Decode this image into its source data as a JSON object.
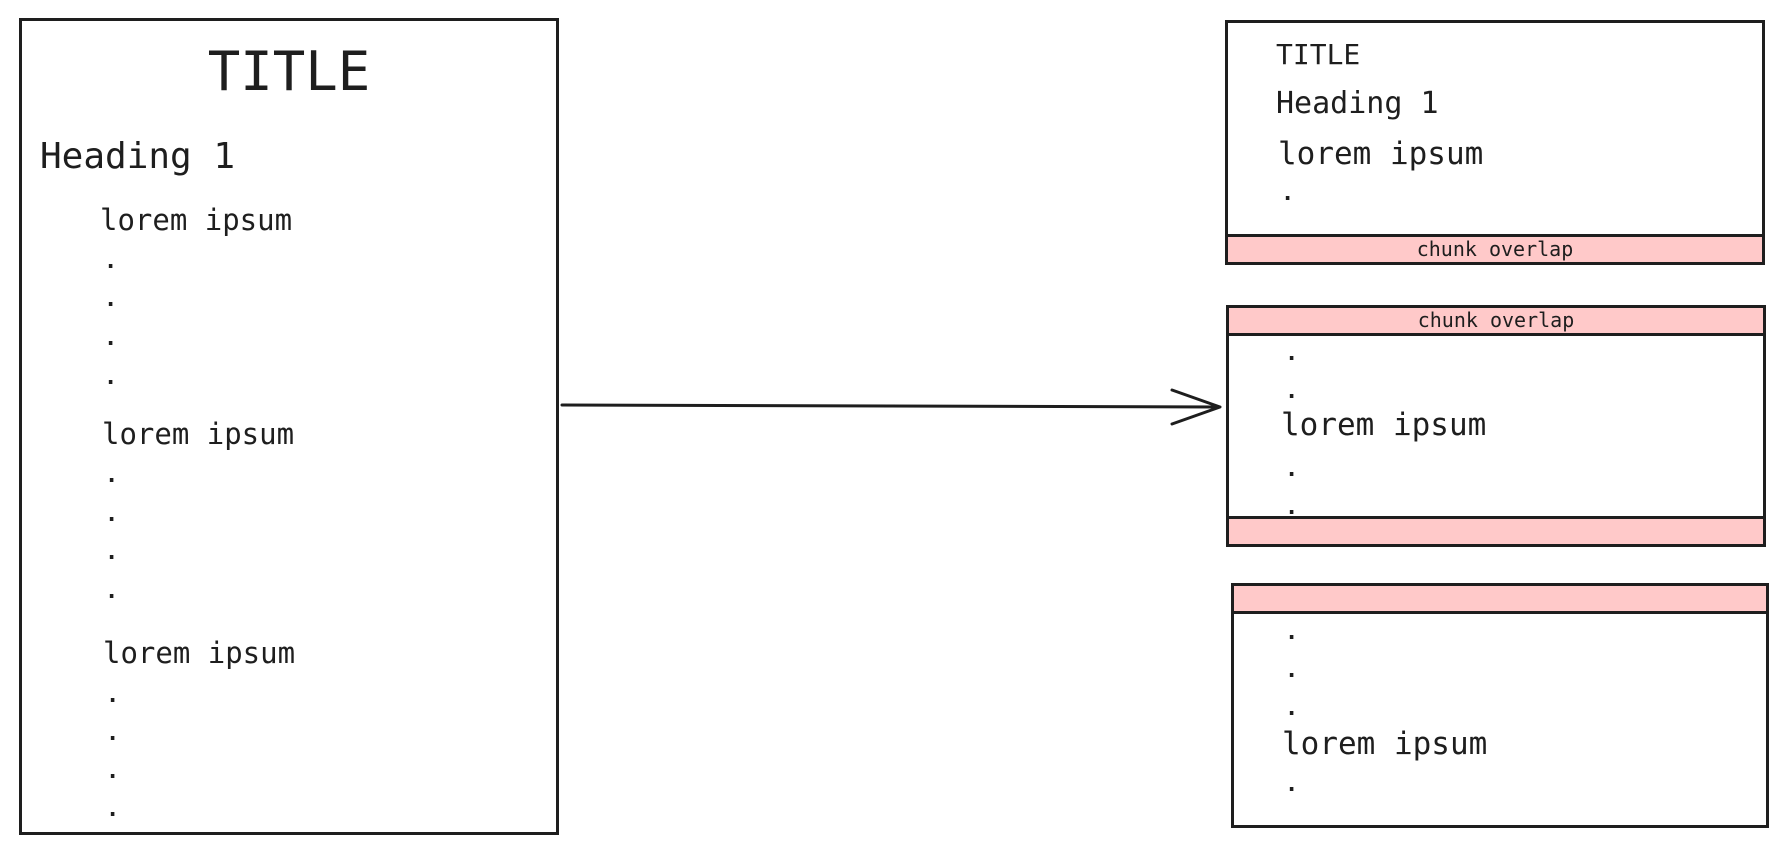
{
  "document": {
    "title": "TITLE",
    "heading": "Heading 1",
    "sections": [
      {
        "text": "lorem ipsum",
        "dots": [
          ".",
          ".",
          ".",
          "."
        ]
      },
      {
        "text": "lorem ipsum",
        "dots": [
          ".",
          ".",
          ".",
          "."
        ]
      },
      {
        "text": "lorem ipsum",
        "dots": [
          ".",
          ".",
          ".",
          "."
        ]
      }
    ]
  },
  "chunks": [
    {
      "lines": [
        "TITLE",
        "Heading 1",
        "lorem ipsum"
      ],
      "dots": [
        ".",
        "."
      ],
      "overlap_bottom_label": "chunk overlap"
    },
    {
      "overlap_top_label": "chunk overlap",
      "dots_top": [
        ".",
        "."
      ],
      "text": "lorem ipsum",
      "dots_bottom": [
        ".",
        "."
      ]
    },
    {
      "dots_top": [
        ".",
        ".",
        "."
      ],
      "text": "lorem ipsum",
      "dots_bottom": [
        "."
      ]
    }
  ],
  "colors": {
    "stroke": "#1e1e1e",
    "overlap_fill": "#ffc9c9",
    "background": "#ffffff"
  }
}
